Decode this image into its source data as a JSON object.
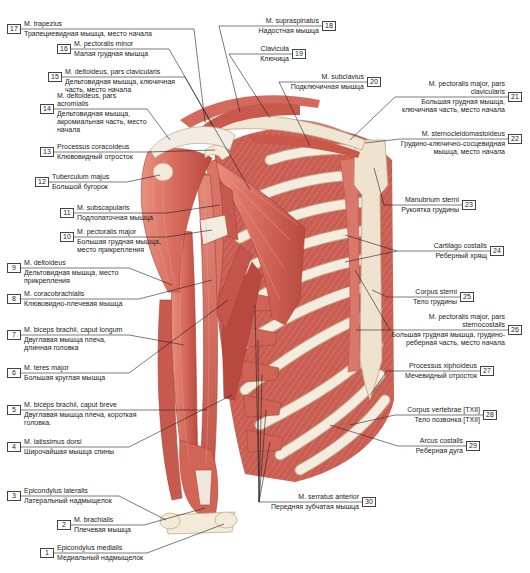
{
  "diagram": {
    "nodes": [
      {
        "text": [
          "1"
        ]
      },
      {
        "text": [
          "2"
        ]
      },
      {
        "text": [
          "3"
        ]
      },
      {
        "text": [
          "4"
        ]
      },
      {
        "text": [
          "5"
        ]
      },
      {
        "text": [
          "6"
        ]
      },
      {
        "text": [
          "7"
        ]
      },
      {
        "text": [
          "8"
        ]
      },
      {
        "text": [
          "9"
        ]
      },
      {
        "text": [
          "10"
        ]
      },
      {
        "text": [
          "11"
        ]
      },
      {
        "text": [
          "12"
        ]
      },
      {
        "text": [
          "13"
        ]
      },
      {
        "text": [
          "14"
        ]
      },
      {
        "text": [
          "15"
        ]
      },
      {
        "text": [
          "16"
        ]
      },
      {
        "text": [
          "17"
        ]
      },
      {
        "text": [
          "18"
        ]
      },
      {
        "text": [
          "19"
        ]
      },
      {
        "text": [
          "20"
        ]
      },
      {
        "text": [
          "21"
        ]
      },
      {
        "text": [
          "22"
        ]
      },
      {
        "text": [
          "23"
        ]
      },
      {
        "text": [
          "24"
        ]
      },
      {
        "text": [
          "25"
        ]
      },
      {
        "text": [
          "26"
        ]
      },
      {
        "text": [
          "27"
        ]
      },
      {
        "text": [
          "28"
        ]
      },
      {
        "text": [
          "29"
        ]
      },
      {
        "text": [
          "30"
        ]
      }
    ],
    "labels": [
      "Epicondylus medialis",
      "Медиальный надмыщелок",
      "M. brachialis",
      "Плечевая мышца",
      "Epicondylus lateralis",
      "Латеральный надмыщелок",
      "M. latissimus dorsi",
      "Широчайшая мышца спины",
      "M. biceps brachii, caput breve",
      "Двуглавая мышца плеча, короткая головка.",
      "M. teres major",
      "Большая круглая мышца",
      "M. biceps brachii, caput longum",
      "Двуглавая мышца плеча, длинная головка",
      "M. coracobrachialis",
      "Клювовидно-плечевая мышца",
      "M. deltoideus",
      "Дельтовидная мышца, место прикрепления",
      "M. pectoralis major",
      "Большая грудная мышца, место прикрепления",
      "M. subscapularis",
      "Подлопаточная мышца",
      "Tuberculum majus",
      "Большой бугорок",
      "Processus coracoideus",
      "Клювовидный отросток",
      "M. deltoideus, pars acromialis",
      "Дельтовидная мышца, акромиальная часть, место начала",
      "M. deltoideus, pars clavicularis",
      "Дельтовидная мышца, ключичная часть, место начала",
      "M. pectoralis minor",
      "Малая грудная мышца",
      "M. trapezius",
      "Трапециевидная мышца, место начала",
      "M. supraspinatus",
      "Надостная мышца",
      "Clavicula",
      "Ключица",
      "M. subclavius",
      "Подключичная мышца",
      "M. pectoralis major, pars clavicularis",
      "Большая грудная мышца, ключичная часть, место начала",
      "M. sternocleidomastoideus",
      "Грудино-ключично-сосцевидная мышца, место начала",
      "Manubrium sterni",
      "Рукоятка грудины",
      "Cartilago costalis",
      "Реберный хрящ",
      "Corpus sterni",
      "Тело грудины",
      "M. pectoralis major, pars sternocostalis",
      "Большая грудная мышца, грудино-реберная часть, место начала",
      "Processus xiphoideus",
      "Мечевидный отросток",
      "Corpus vertebrae [TXII]",
      "Тело позвонка [TXII]",
      "Arcus costalis",
      "Реберная дуга",
      "M. serratus anterior",
      "Передняя зубчатая мышца"
    ]
  }
}
